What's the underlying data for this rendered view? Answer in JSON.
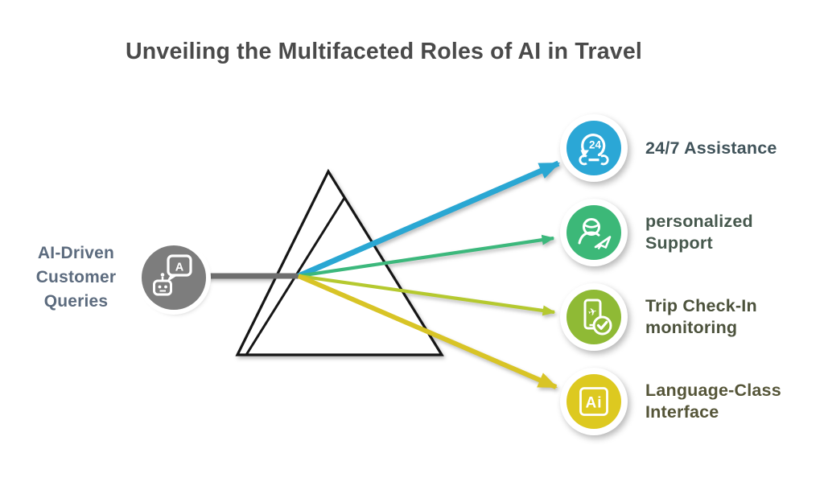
{
  "title": "Unveiling the Multifaceted Roles of AI in Travel",
  "colors": {
    "title_text": "#4A4A4A",
    "input_beam": "#6E6E6E",
    "prism_stroke": "#161616",
    "source_label_text": "#5C6B7E"
  },
  "source": {
    "label": "AI-Driven Customer Queries",
    "icon": "chatbot-chat-bubble-icon",
    "circle_color": "#7D7D7D",
    "bubble_letter": "A"
  },
  "outputs": [
    {
      "label": "24/7 Assistance",
      "icon": "24-7-service-wrench-icon",
      "icon_text": "24",
      "circle_color": "#2BA7D6",
      "beam_color": "#2AA7D3",
      "label_color": "#40535A"
    },
    {
      "label": "personalized Support",
      "icon": "travel-agent-plane-icon",
      "circle_color": "#3CB878",
      "beam_color": "#3CB87C",
      "label_color": "#46584D"
    },
    {
      "label": "Trip Check-In monitoring",
      "icon": "mobile-checkin-icon",
      "icon_glyph": "✈",
      "circle_color": "#8FBA35",
      "beam_color": "#B5C92F",
      "label_color": "#4C523C"
    },
    {
      "label": "Language-Class Interface",
      "icon": "ai-badge-icon",
      "icon_text": "Ai",
      "circle_color": "#DDC920",
      "beam_color": "#D8C426",
      "label_color": "#555538"
    }
  ]
}
